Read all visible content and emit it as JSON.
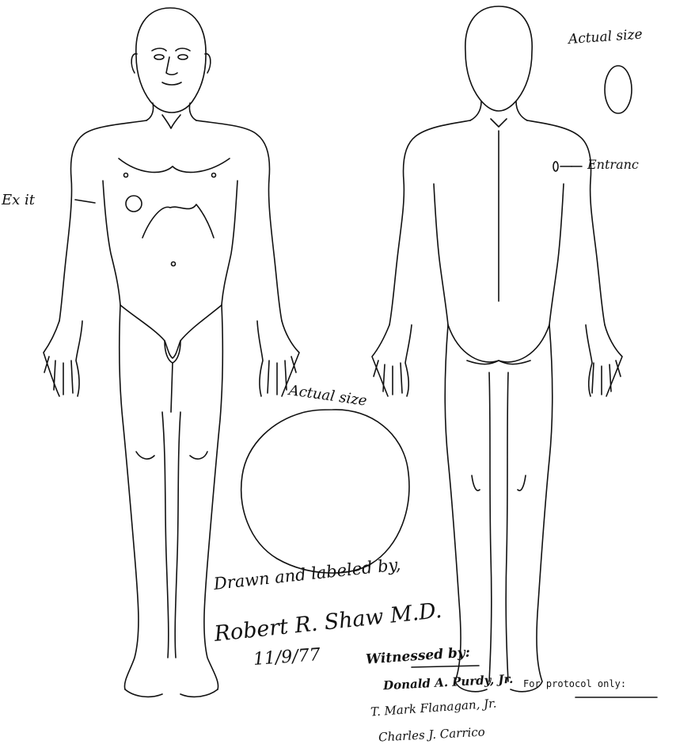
{
  "front_figure": {
    "exit_label": "Ex it"
  },
  "back_figure": {
    "entrance_label": "Entranc",
    "actual_size_label": "Actual size"
  },
  "center": {
    "actual_size_label": "Actual size"
  },
  "attestation": {
    "drawn_by_label": "Drawn and labeled by,",
    "drawn_by_signature": "Robert R. Shaw M.D.",
    "date": "11/9/77",
    "witnessed_label": "Witnessed by:",
    "witness_1": "Donald A. Purdy, Jr.",
    "witness_2": "T. Mark Flanagan, Jr.",
    "witness_3": "Charles J. Carrico"
  },
  "protocol": {
    "label": "For protocol only:"
  }
}
